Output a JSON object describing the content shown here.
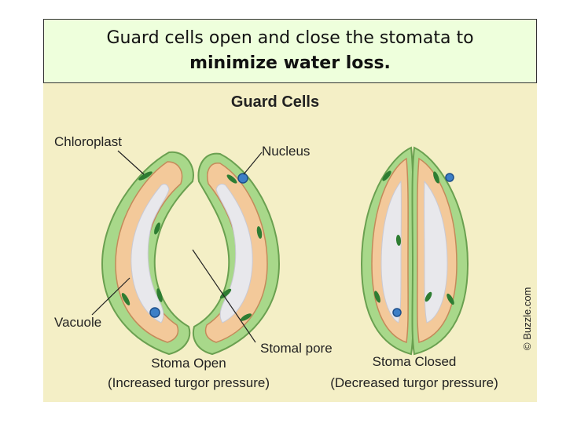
{
  "title": {
    "line1": "Guard cells open and close the stomata to",
    "line2": "minimize water loss."
  },
  "diagram": {
    "heading": "Guard Cells",
    "labels": {
      "chloroplast": "Chloroplast",
      "nucleus": "Nucleus",
      "vacuole": "Vacuole",
      "stomal_pore": "Stomal pore"
    },
    "captions": {
      "open": "Stoma Open",
      "open_sub": "(Increased turgor pressure)",
      "closed": "Stoma Closed",
      "closed_sub": "(Decreased turgor pressure)"
    },
    "copyright": "© Buzzle.com"
  }
}
